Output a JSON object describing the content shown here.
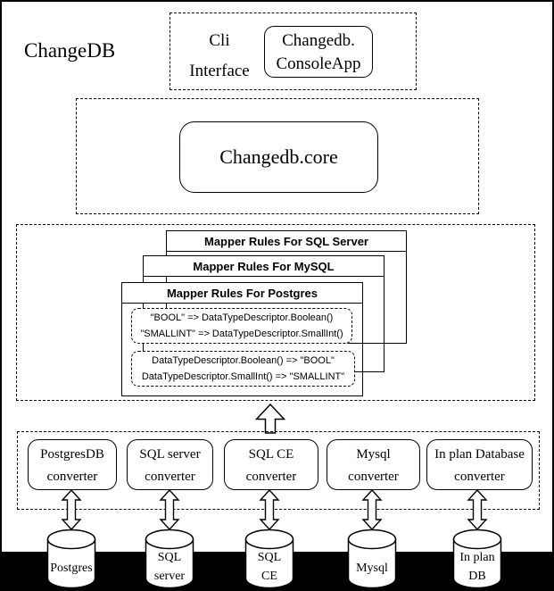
{
  "app": {
    "title": "ChangeDB"
  },
  "cli_interface": {
    "label": [
      "Cli",
      "Interface"
    ],
    "console_app": [
      "Changedb.",
      "ConsoleApp"
    ]
  },
  "core": {
    "label": "Changedb.core"
  },
  "mapper": {
    "layers": [
      {
        "title": "Mapper Rules For SQL Server"
      },
      {
        "title": "Mapper Rules For MySQL"
      },
      {
        "title": "Mapper Rules For Postgres"
      }
    ],
    "sql_to_descriptor_rules": [
      "\"BOOL\" => DataTypeDescriptor.Boolean()",
      "\"SMALLINT\" => DataTypeDescriptor.SmallInt()"
    ],
    "descriptor_to_sql_rules": [
      "DataTypeDescriptor.Boolean() => \"BOOL\"",
      "DataTypeDescriptor.SmallInt() => \"SMALLINT\""
    ]
  },
  "converters": [
    {
      "name": [
        "PostgresDB",
        "converter"
      ]
    },
    {
      "name": [
        "SQL server",
        "converter"
      ]
    },
    {
      "name": [
        "SQL CE",
        "converter"
      ]
    },
    {
      "name": [
        "Mysql",
        "converter"
      ]
    },
    {
      "name": [
        "In plan Database",
        "converter"
      ]
    }
  ],
  "databases": [
    {
      "label": [
        "Postgres"
      ]
    },
    {
      "label": [
        "SQL",
        "server"
      ]
    },
    {
      "label": [
        "SQL",
        "CE"
      ]
    },
    {
      "label": [
        "Mysql"
      ]
    },
    {
      "label": [
        "In plan",
        "DB"
      ]
    }
  ],
  "colors": {
    "line": "#000000",
    "background": "#ffffff",
    "footer_bar": "#000000"
  }
}
